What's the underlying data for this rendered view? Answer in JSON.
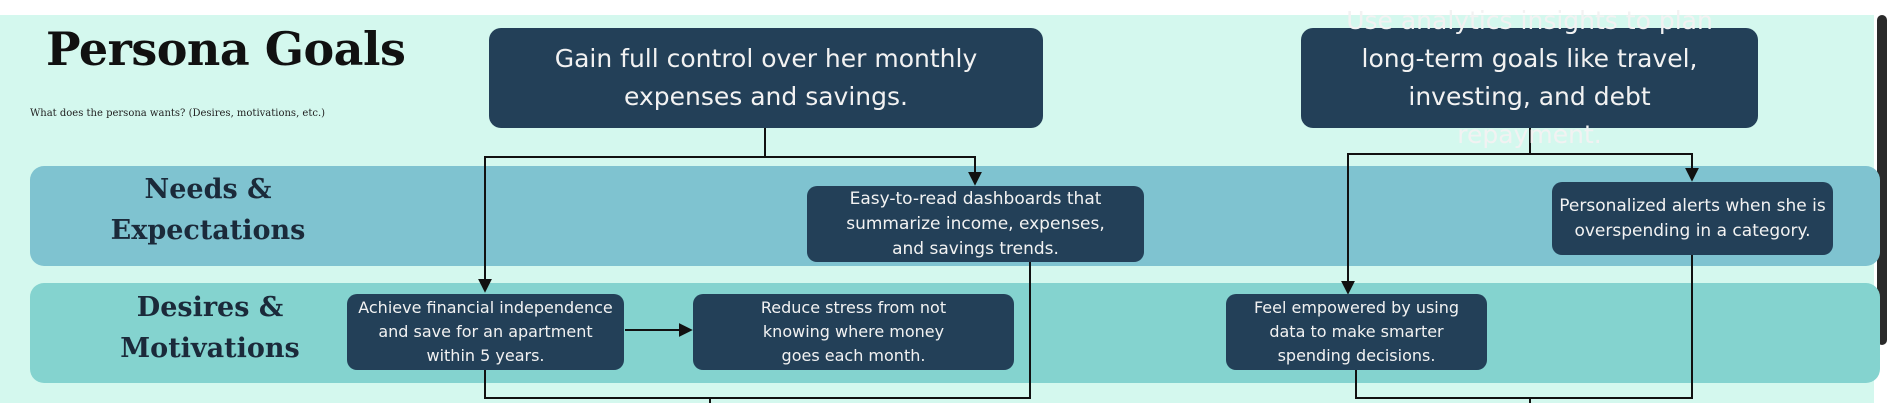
{
  "header": {
    "title": "Persona Goals",
    "subtitle": "What does the persona wants? (Desires,  motivations, etc.)"
  },
  "bands": {
    "needs": {
      "line1": "Needs &",
      "line2": "Expectations"
    },
    "desires": {
      "line1": "Desires &",
      "line2": "Motivations"
    }
  },
  "goals": [
    {
      "text": "Gain full control over her monthly expenses and savings."
    },
    {
      "text": "Use analytics insights to plan long-term goals like travel, investing, and debt repayment."
    }
  ],
  "needs": [
    {
      "text": "Easy-to-read dashboards that summarize income, expenses, and savings trends."
    },
    {
      "text": "Personalized alerts when she is overspending in a category."
    }
  ],
  "desires": [
    {
      "text": "Achieve financial independence and save for an apartment within 5 years."
    },
    {
      "text": "Reduce stress from not knowing where money goes each month."
    },
    {
      "text": "Feel empowered by using data to make smarter spending decisions."
    }
  ],
  "colors": {
    "background": "#d4f8ee",
    "needs_band": "#7fc3d0",
    "desires_band": "#84d3cf",
    "box": "#234058",
    "box_text": "#f2f2f2",
    "connector": "#111111"
  }
}
